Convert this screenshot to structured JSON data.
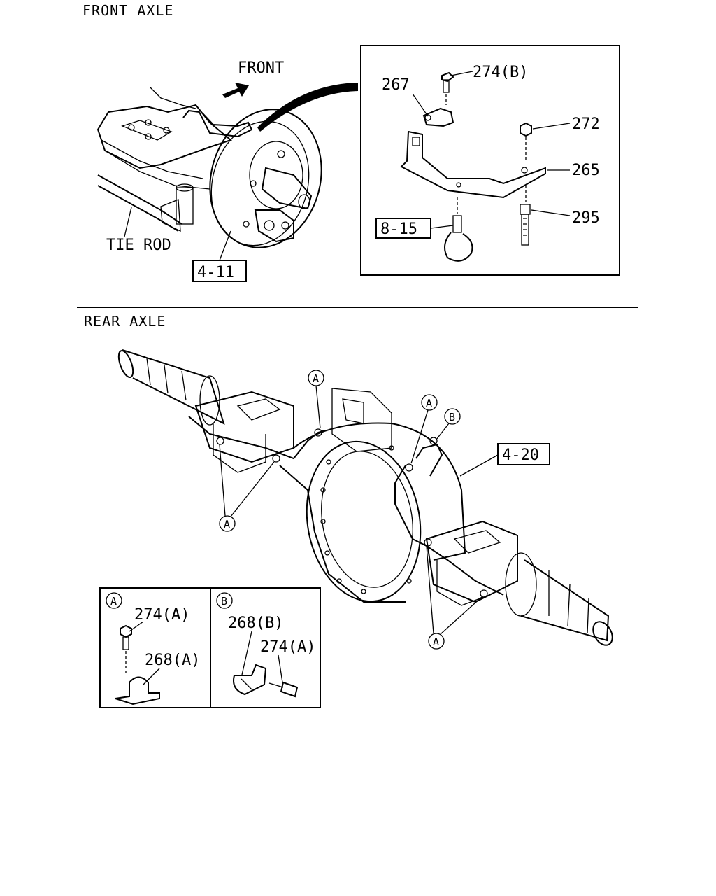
{
  "sections": {
    "front": {
      "title": "FRONT AXLE"
    },
    "rear": {
      "title": "REAR AXLE"
    }
  },
  "front_labels": {
    "direction": "FRONT",
    "tie_rod": "TIE ROD",
    "ref_4_11": "4-11",
    "p274b": "274(B)",
    "p267": "267",
    "p272": "272",
    "p265": "265",
    "p295": "295",
    "ref_8_15": "8-15"
  },
  "rear_labels": {
    "ref_4_20": "4-20",
    "callout_a": "A",
    "callout_b": "B"
  },
  "detail_a": {
    "marker": "A",
    "p274a": "274(A)",
    "p268a": "268(A)"
  },
  "detail_b": {
    "marker": "B",
    "p268b": "268(B)",
    "p274a": "274(A)"
  }
}
